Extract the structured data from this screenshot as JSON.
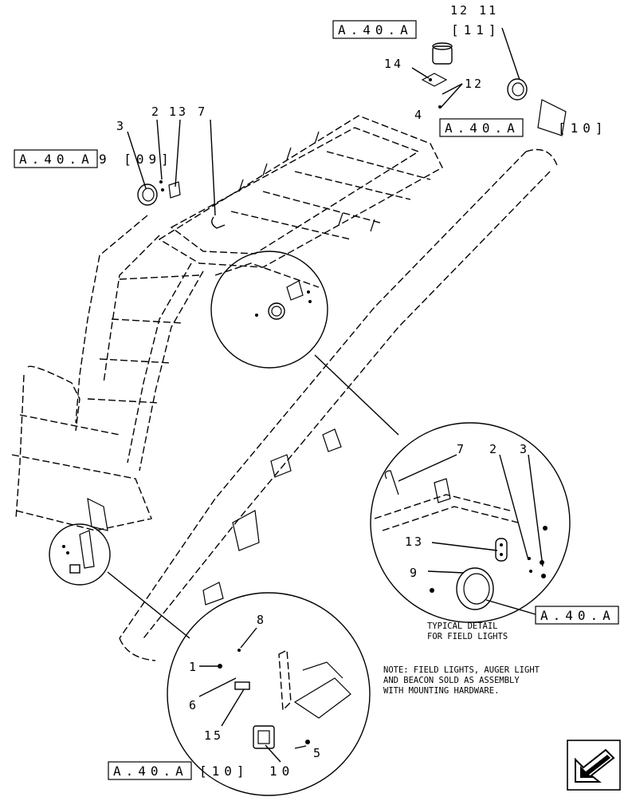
{
  "callouts": {
    "c12_11": "12 11",
    "c14": "14",
    "c12": "12",
    "c4": "4",
    "c3_top": "3",
    "c2_top": "2",
    "c13_7": "13 7",
    "c7": "7",
    "c2_detail": "2",
    "c3_detail": "3",
    "c13_detail": "13",
    "c9_detail": "9",
    "c8": "8",
    "c1": "1",
    "c6": "6",
    "c15": "15",
    "c5": "5"
  },
  "references": {
    "ref_top_box": "A.40.A",
    "ref_top_bracket": "[11]",
    "ref_right_box": "A.40.A",
    "ref_right_bracket": "[10]",
    "ref_left_box": "A.40.A",
    "ref_left_suffix": "9 [09]",
    "ref_detail_box": "A.40.A",
    "ref_bottom_box": "A.40.A",
    "ref_bottom_bracket": "[10]",
    "ref_bottom_num": "10"
  },
  "labels": {
    "typical_line1": "TYPICAL DETAIL",
    "typical_line2": "FOR FIELD LIGHTS",
    "note_line1": "NOTE: FIELD LIGHTS, AUGER LIGHT",
    "note_line2": "AND BEACON SOLD AS ASSEMBLY",
    "note_line3": "WITH MOUNTING HARDWARE."
  },
  "icons": {
    "nav_arrow": "next-page-arrow-icon"
  }
}
